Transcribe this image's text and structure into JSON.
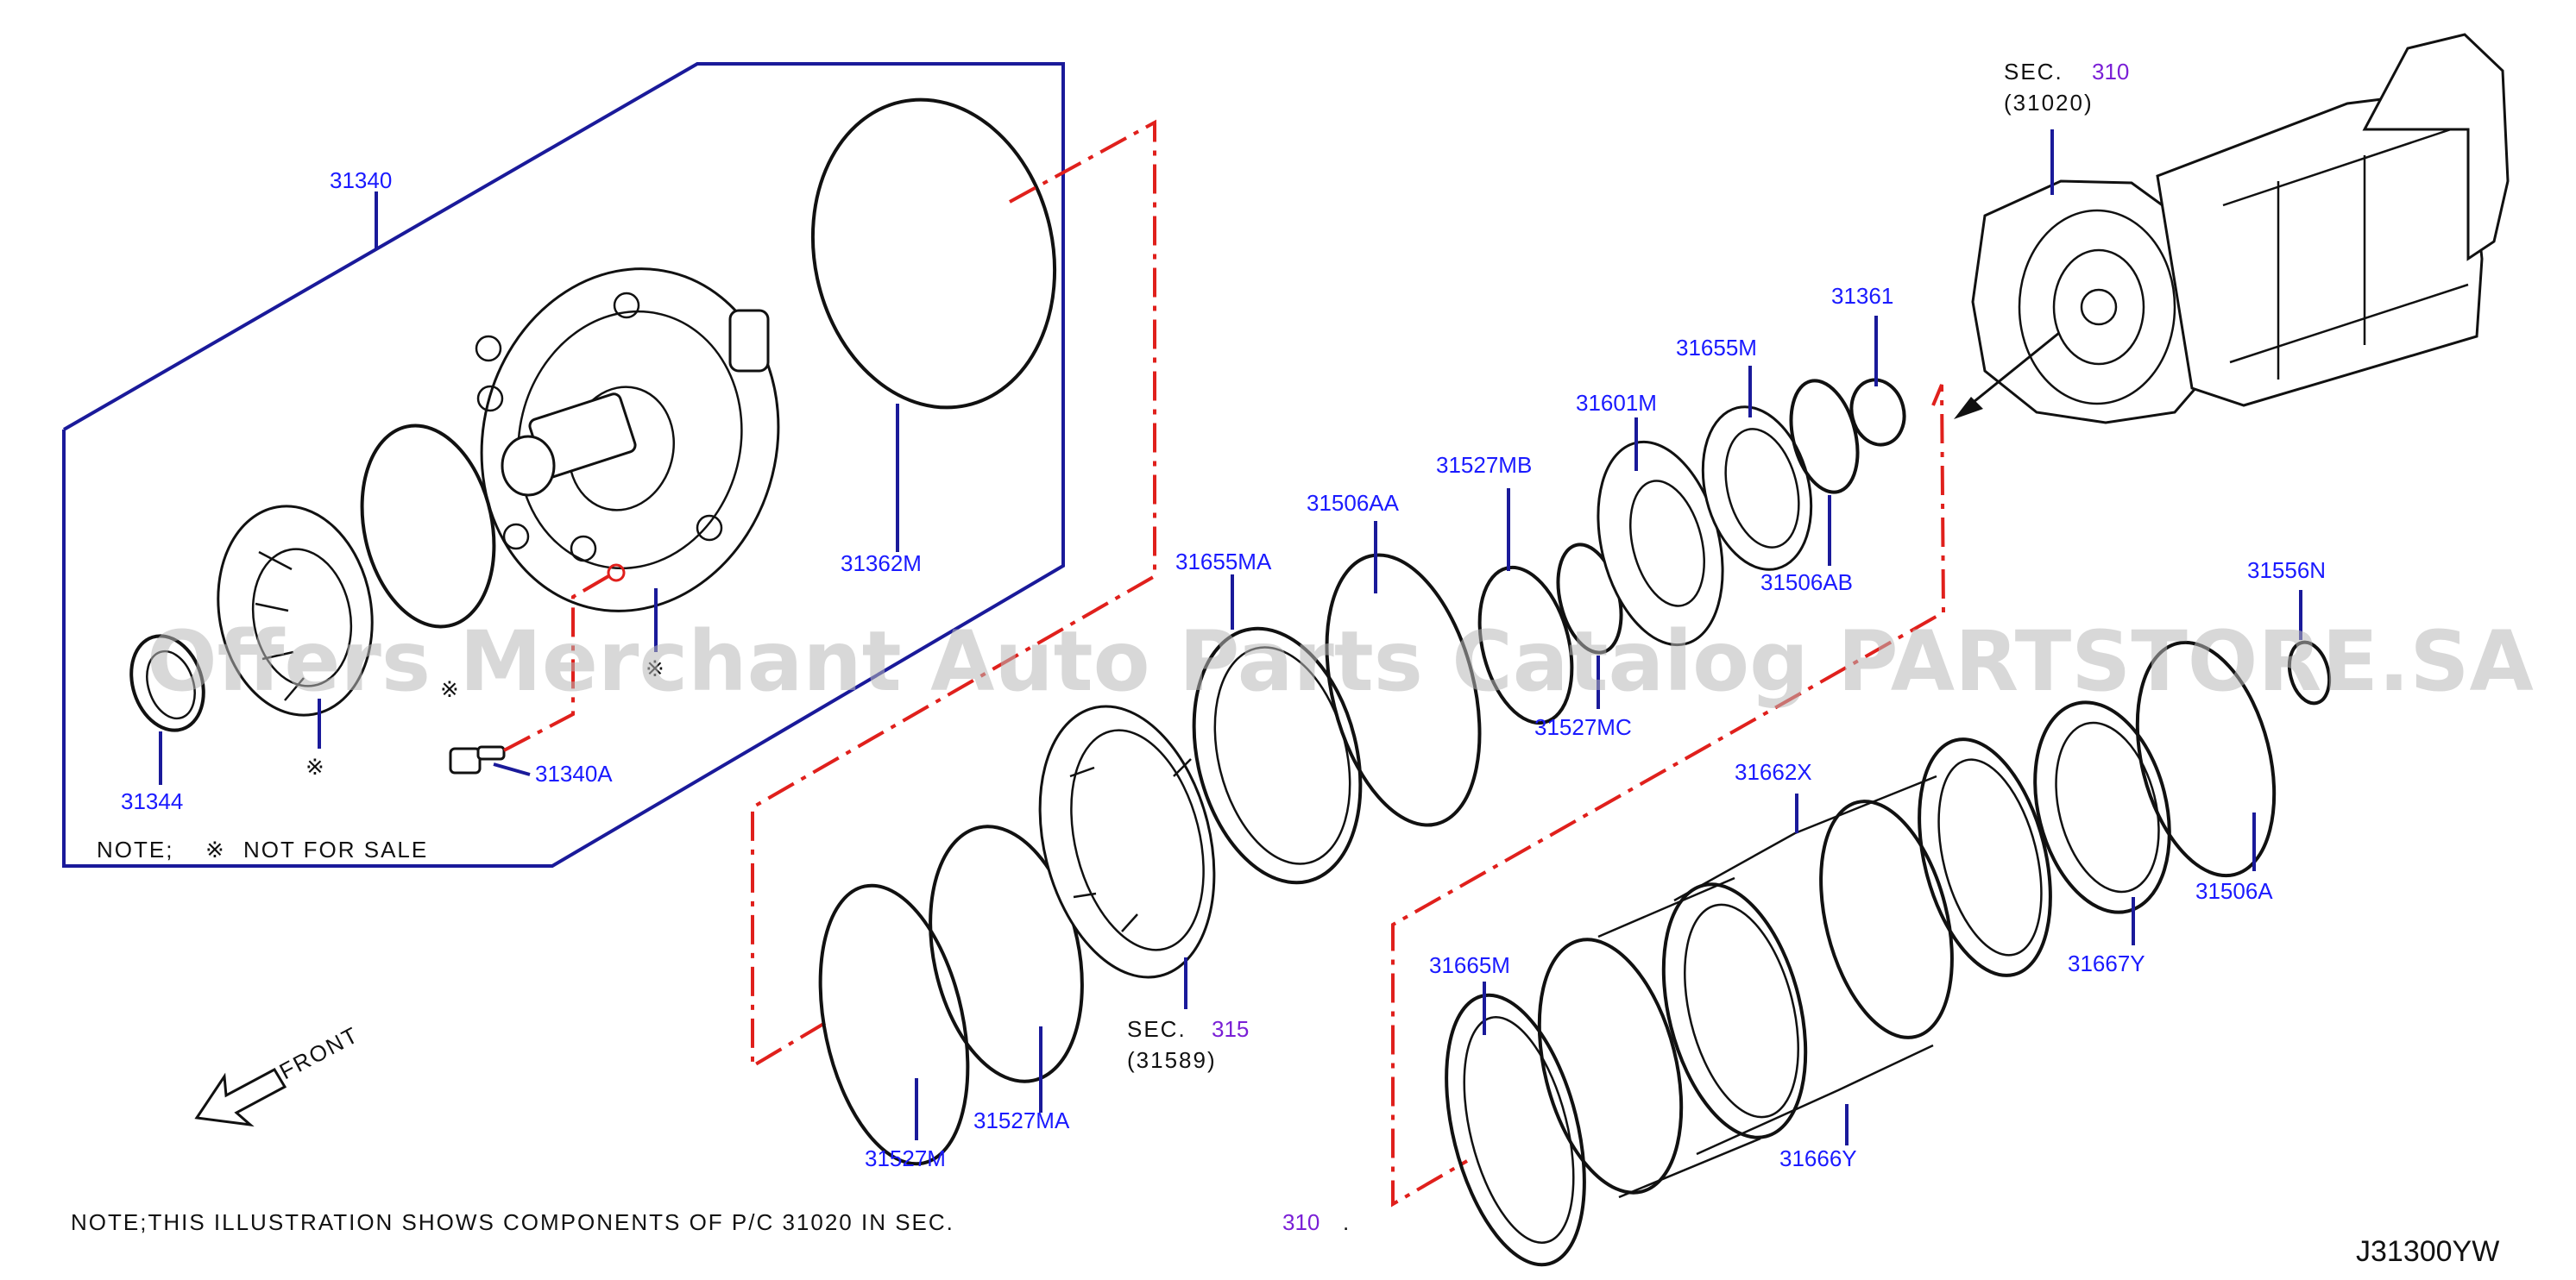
{
  "parts": {
    "p31340": "31340",
    "p31362M": "31362M",
    "p31344": "31344",
    "p31340A": "31340A",
    "p31655MA": "31655MA",
    "p31506AA": "31506AA",
    "p31527MB": "31527MB",
    "p31601M": "31601M",
    "p31655M": "31655M",
    "p31361": "31361",
    "p31506AB": "31506AB",
    "p31527MC": "31527MC",
    "p31556N": "31556N",
    "p31662X": "31662X",
    "p31506A": "31506A",
    "p31667Y": "31667Y",
    "p31665M": "31665M",
    "p31666Y": "31666Y",
    "p31527M": "31527M",
    "p31527MA": "31527MA"
  },
  "sec_top": {
    "label": "SEC.",
    "number": "310",
    "sub": "(31020)"
  },
  "sec_mid": {
    "label": "SEC.",
    "number": "315",
    "sub": "(31589)"
  },
  "note_box": {
    "note": "NOTE;",
    "mark": "※",
    "text": "NOT   FOR   SALE"
  },
  "marks": {
    "m1": "※",
    "m2": "※",
    "m3": "※"
  },
  "front_label": "FRONT",
  "bottom_note": {
    "text": "NOTE;THIS  ILLUSTRATION  SHOWS  COMPONENTS  OF  P/C  31020  IN  SEC.",
    "sec": "310",
    "dot": "."
  },
  "diagram_code": "J31300YW",
  "watermark": "Offers Merchant Auto Parts Catalog PARTSTORE.SA",
  "colors": {
    "part_label": "#1a1aff",
    "sec_reference": "#7a1fd6",
    "leader_line": "#1a1a9a",
    "phantom_line": "#e0201c"
  }
}
